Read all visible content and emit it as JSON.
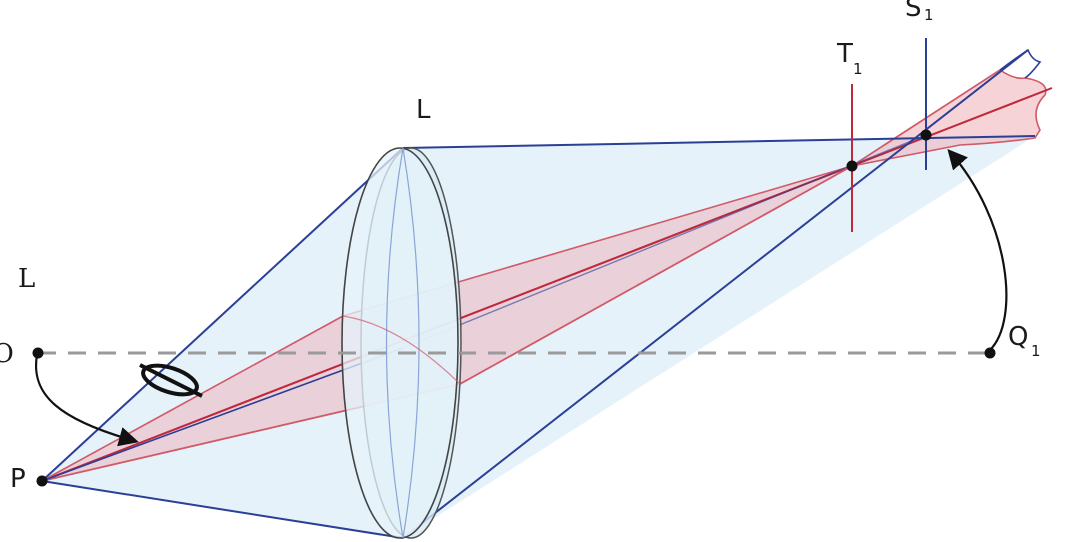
{
  "labels": {
    "lens": "L",
    "left_edge_top": "L",
    "left_edge_mid": "Ɔ",
    "point_p": "P",
    "point_q1": "Q",
    "point_q1_sub": "1",
    "point_t1": "T",
    "point_t1_sub": "1",
    "point_s1": "S",
    "point_s1_sub": "1",
    "angle": "φ"
  },
  "colors": {
    "blue_cone_fill": "#cfe7f5",
    "blue_edge": "#2b3f97",
    "red_fill": "#eeb5bd",
    "red_edge": "#d05a68",
    "axis_dash": "#9a9a9a",
    "point": "#111111"
  }
}
